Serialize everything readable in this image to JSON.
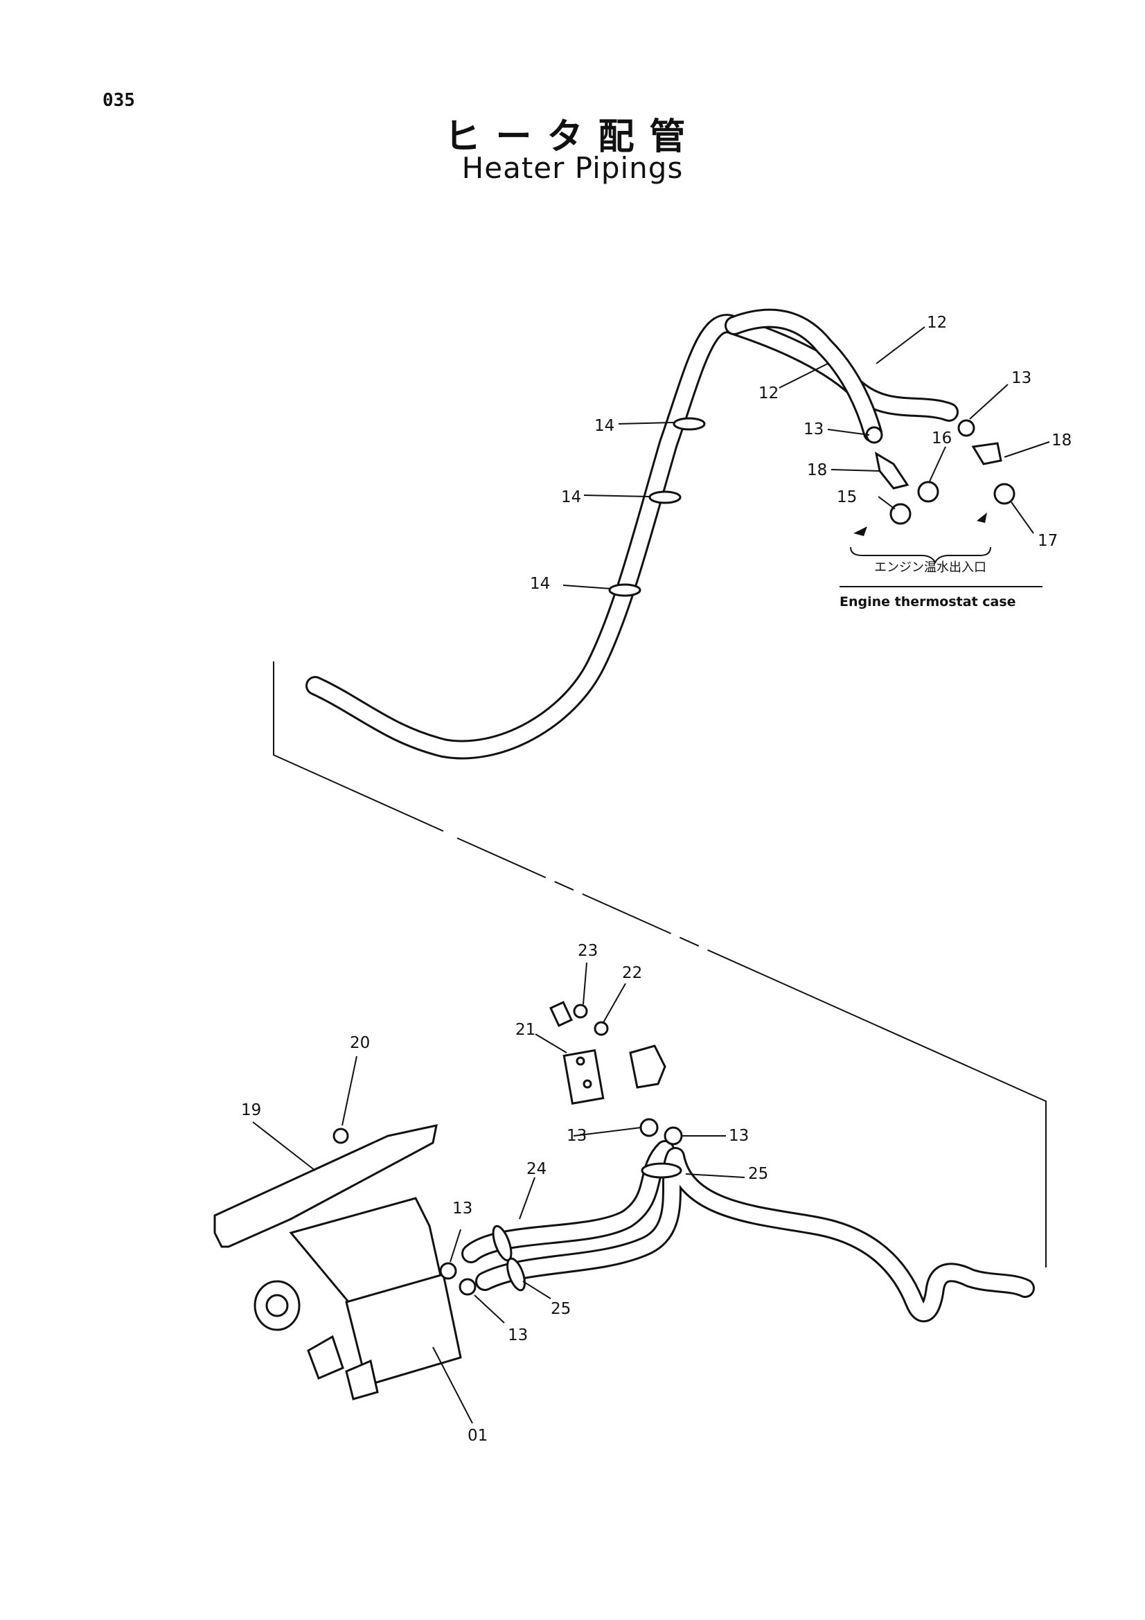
{
  "page_number": "035",
  "title_ja": "ヒータ配管",
  "title_en": "Heater Pipings",
  "engine_label_ja": "エンジン温水出入口",
  "engine_label_en": "Engine thermostat case",
  "callouts": {
    "c12a": "12",
    "c12b": "12",
    "c13a": "13",
    "c13b": "13",
    "c18a": "18",
    "c18b": "18",
    "c16": "16",
    "c15": "15",
    "c17": "17",
    "c14a": "14",
    "c14b": "14",
    "c14c": "14",
    "c23": "23",
    "c22": "22",
    "c21": "21",
    "c20": "20",
    "c19": "19",
    "c13c": "13",
    "c13d": "13",
    "c24": "24",
    "c25a": "25",
    "c13e": "13",
    "c25b": "25",
    "c13f": "13",
    "c01": "01"
  }
}
